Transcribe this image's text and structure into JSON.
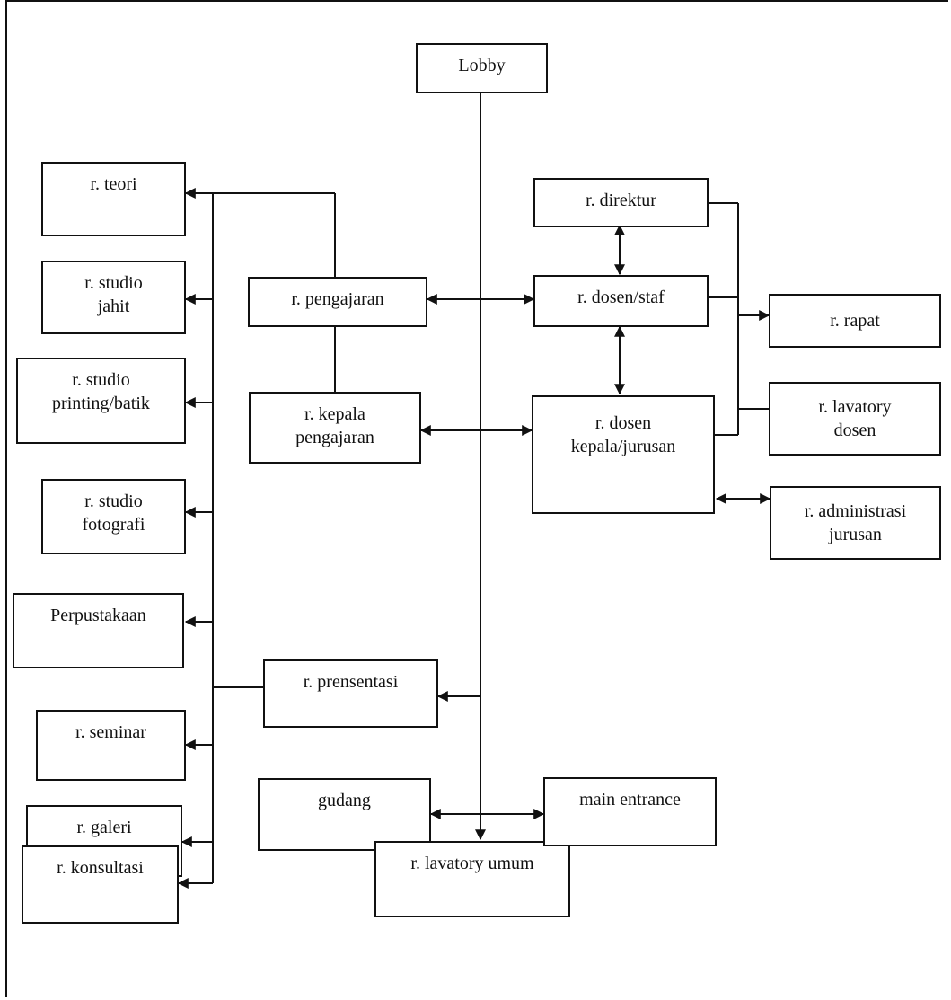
{
  "colors": {
    "line": "#111111",
    "background": "#ffffff"
  },
  "rooms": {
    "lobby": "Lobby",
    "teori": "r. teori",
    "studio_jahit": "r. studio\njahit",
    "studio_printing": "r. studio\nprinting/batik",
    "studio_fotografi": "r. studio\nfotografi",
    "perpustakaan": "Perpustakaan",
    "seminar": "r. seminar",
    "galeri": "r. galeri",
    "konsultasi": "r. konsultasi",
    "pengajaran": "r. pengajaran",
    "kepala_pengajaran": "r. kepala\npengajaran",
    "prensentasi": "r. prensentasi",
    "gudang": "gudang",
    "lavatory_umum": "r. lavatory umum",
    "direktur": "r. direktur",
    "dosen_staf": "r. dosen/staf",
    "dosen_kepala": "r. dosen\nkepala/jurusan",
    "main_entrance": "main entrance",
    "rapat": "r. rapat",
    "lavatory_dosen": "r. lavatory\ndosen",
    "administrasi": "r. administrasi\njurusan"
  }
}
